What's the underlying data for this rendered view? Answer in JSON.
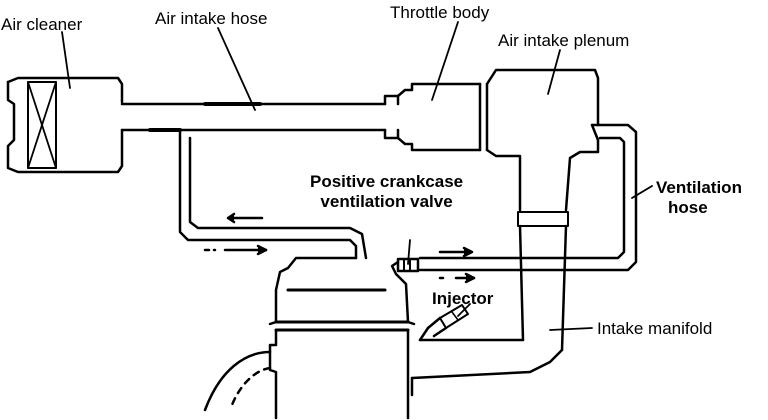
{
  "labels": {
    "air_cleaner": "Air cleaner",
    "air_intake_hose": "Air intake hose",
    "throttle_body": "Throttle body",
    "air_intake_plenum": "Air intake plenum",
    "pcv_valve_line1": "Positive crankcase",
    "pcv_valve_line2": "ventilation valve",
    "ventilation_hose_line1": "Ventilation",
    "ventilation_hose_line2": "hose",
    "injector": "Injector",
    "intake_manifold": "Intake manifold"
  },
  "colors": {
    "line": "#000000",
    "background": "#ffffff"
  }
}
